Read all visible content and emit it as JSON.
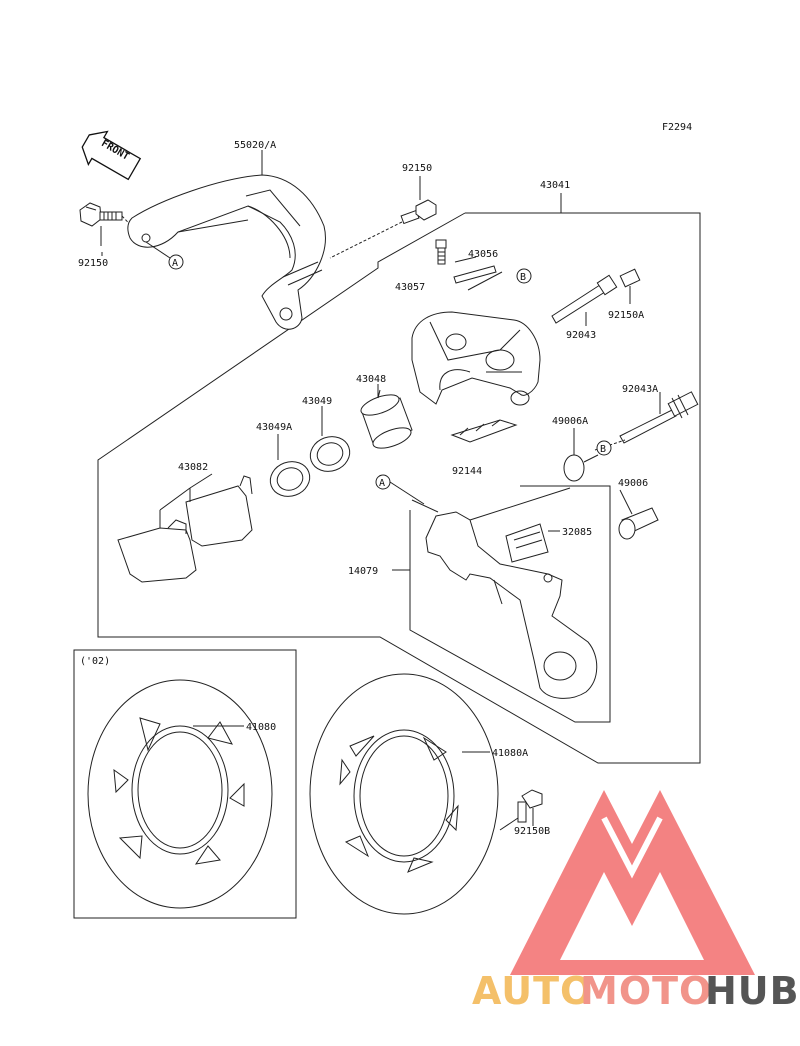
{
  "diagram": {
    "figure_code": "F2294",
    "front_arrow_text": "FRONT",
    "variant_note": "('02)",
    "ref_a": "A",
    "ref_b": "B"
  },
  "parts": [
    {
      "id": "p1",
      "number": "55020/A"
    },
    {
      "id": "p2",
      "number": "92150"
    },
    {
      "id": "p3",
      "number": "92150"
    },
    {
      "id": "p4",
      "number": "43041"
    },
    {
      "id": "p5",
      "number": "43056"
    },
    {
      "id": "p6",
      "number": "43057"
    },
    {
      "id": "p7",
      "number": "92043"
    },
    {
      "id": "p8",
      "number": "92150A"
    },
    {
      "id": "p9",
      "number": "43048"
    },
    {
      "id": "p10",
      "number": "43049"
    },
    {
      "id": "p11",
      "number": "43049A"
    },
    {
      "id": "p12",
      "number": "92043A"
    },
    {
      "id": "p13",
      "number": "49006A"
    },
    {
      "id": "p14",
      "number": "43082"
    },
    {
      "id": "p15",
      "number": "92144"
    },
    {
      "id": "p16",
      "number": "49006"
    },
    {
      "id": "p17",
      "number": "32085"
    },
    {
      "id": "p18",
      "number": "14079"
    },
    {
      "id": "p19",
      "number": "41080"
    },
    {
      "id": "p20",
      "number": "41080A"
    },
    {
      "id": "p21",
      "number": "92150B"
    }
  ],
  "watermark": {
    "part1": "AUTO",
    "part2": "MOTO",
    "part3": "HUB",
    "color1": "#f4c06a",
    "color2": "#f1948a",
    "color3": "#555555",
    "logo_color": "#f26d6d"
  }
}
